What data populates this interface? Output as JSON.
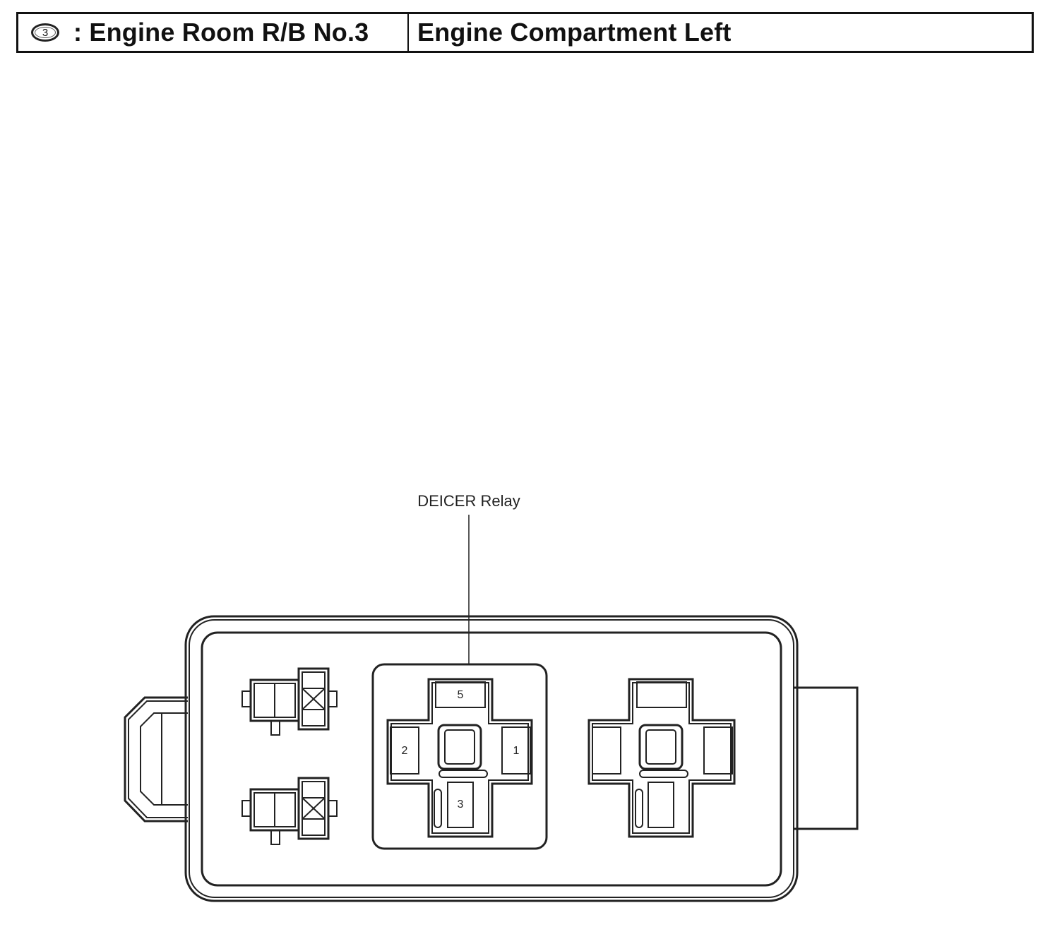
{
  "header": {
    "location_number": "3",
    "block_name": ": Engine Room R/B No.3",
    "location": "Engine Compartment Left"
  },
  "diagram": {
    "callout": "DEICER Relay",
    "relay_pins": {
      "pin_top": "5",
      "pin_left": "2",
      "pin_right": "1",
      "pin_bottom": "3"
    }
  }
}
